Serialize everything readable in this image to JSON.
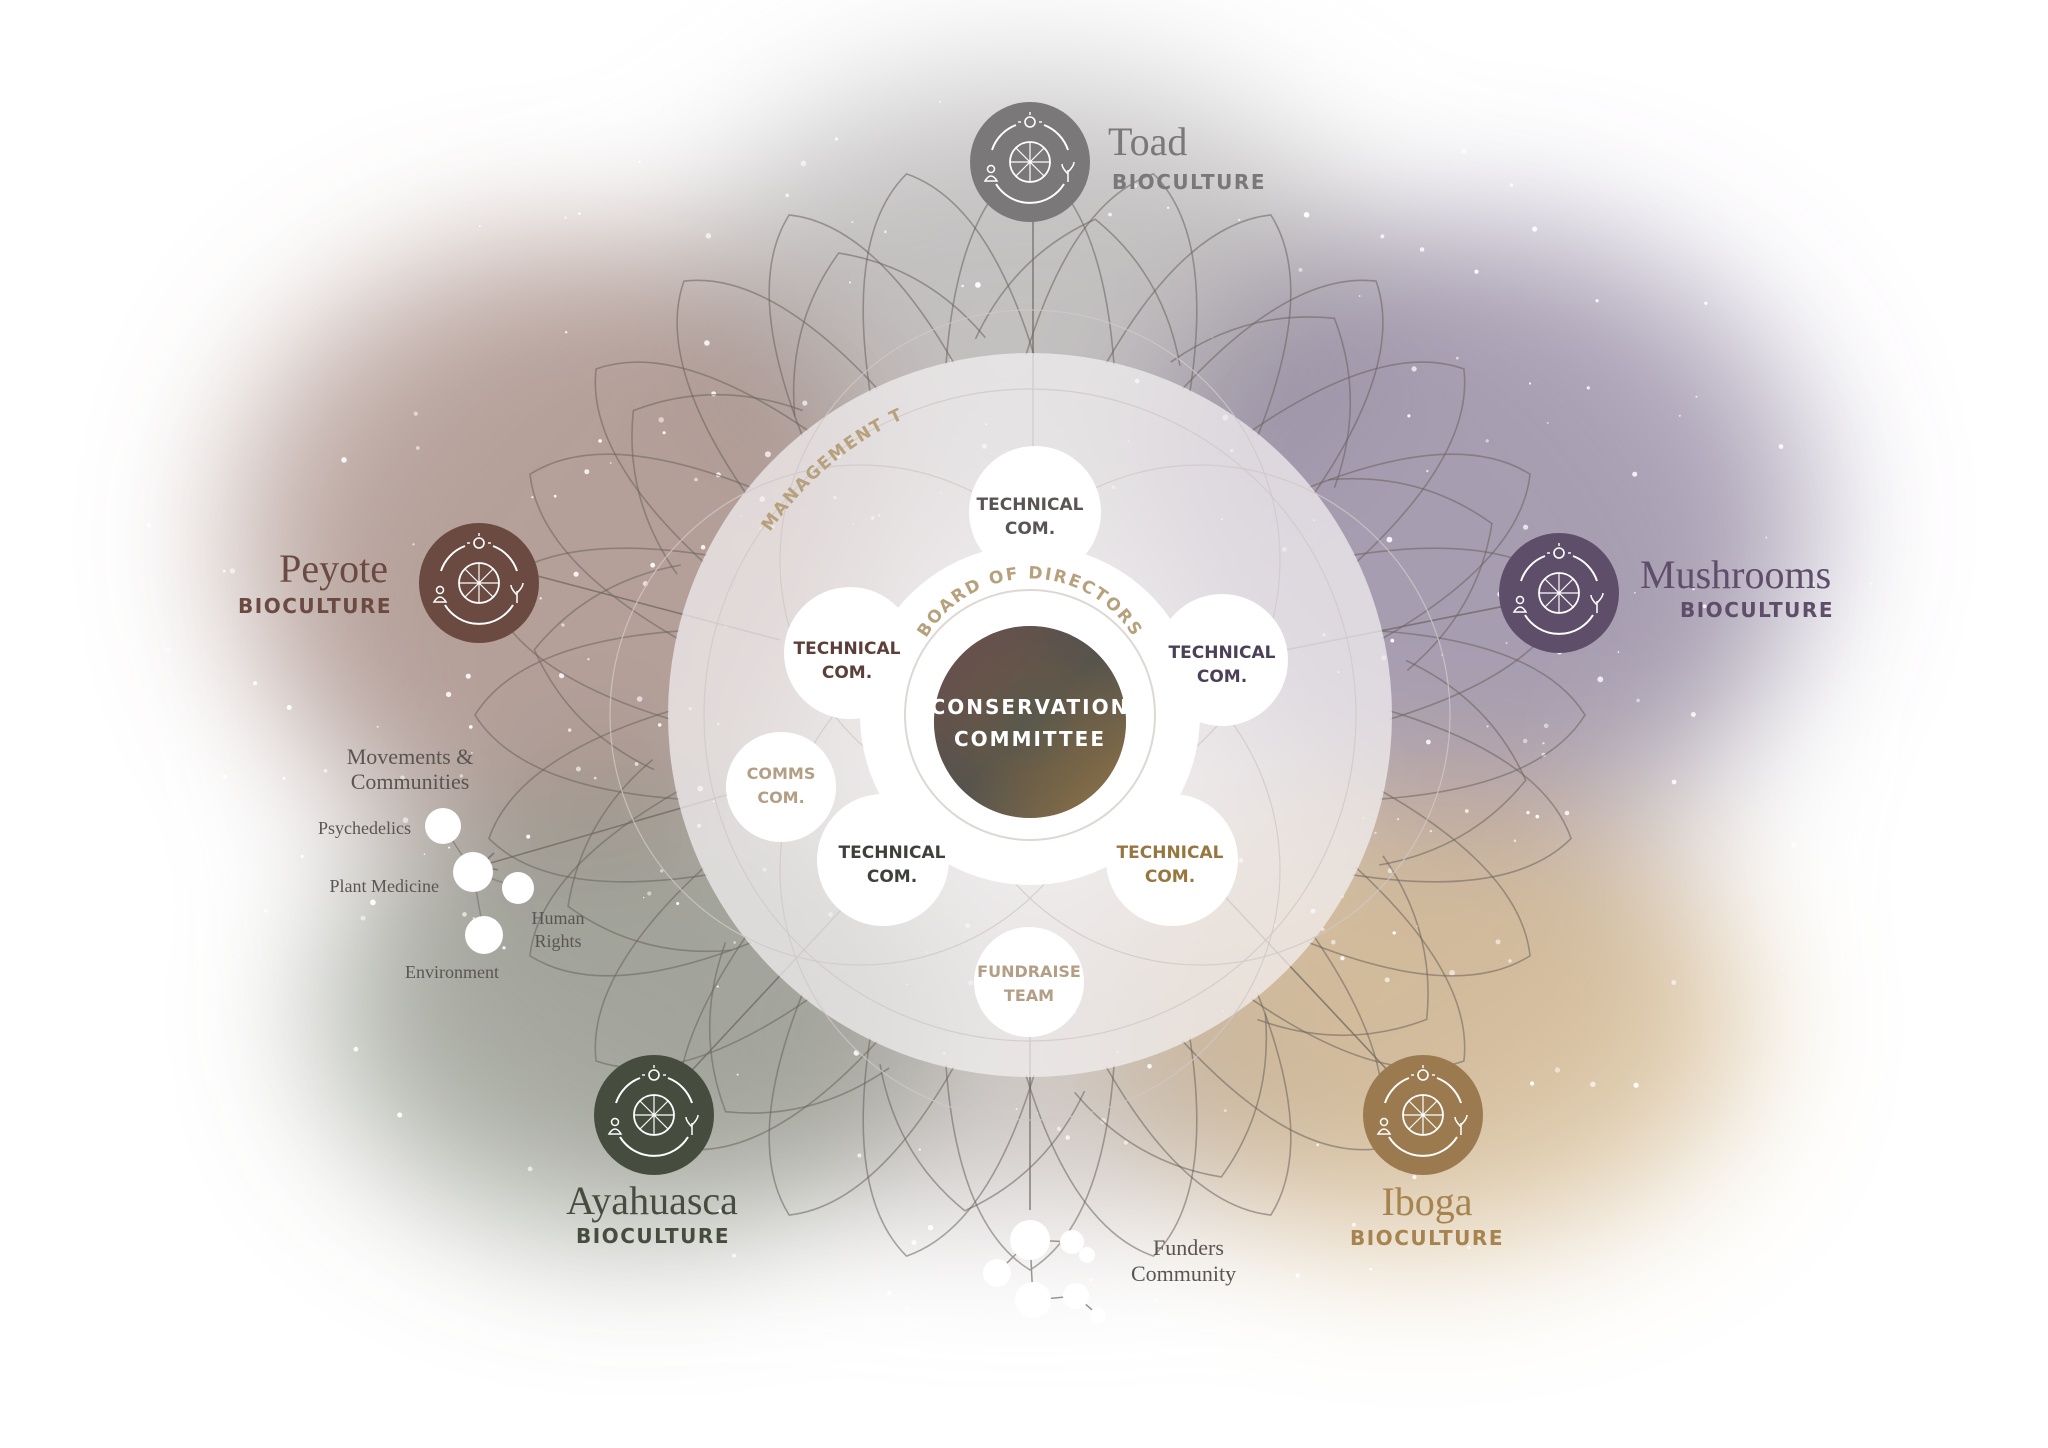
{
  "center": {
    "line1": "CONSERVATION",
    "line2": "COMMITTEE"
  },
  "ring_labels": {
    "board": "BOARD OF DIRECTORS",
    "management": "MANAGEMENT TEAM"
  },
  "committees": {
    "top": {
      "line1": "TECHNICAL",
      "line2": "COM."
    },
    "left": {
      "line1": "TECHNICAL",
      "line2": "COM."
    },
    "right": {
      "line1": "TECHNICAL",
      "line2": "COM."
    },
    "bottom_left": {
      "line1": "TECHNICAL",
      "line2": "COM."
    },
    "bottom_right": {
      "line1": "TECHNICAL",
      "line2": "COM."
    },
    "comms": {
      "line1": "COMMS",
      "line2": "COM."
    },
    "fundraise": {
      "line1": "FUNDRAISE",
      "line2": "TEAM"
    }
  },
  "biocultures": {
    "subtitle": "BIOCULTURE",
    "toad": {
      "name": "Toad",
      "color": "#7a7878"
    },
    "peyote": {
      "name": "Peyote",
      "color": "#6b4a42"
    },
    "mushrooms": {
      "name": "Mushrooms",
      "color": "#5e4e6a"
    },
    "ayahuasca": {
      "name": "Ayahuasca",
      "color": "#464d3f"
    },
    "iboga": {
      "name": "Iboga",
      "color": "#9b7a50"
    }
  },
  "movements": {
    "title_line1": "Movements &",
    "title_line2": "Communities",
    "psychedelics": "Psychedelics",
    "plant_medicine": "Plant Medicine",
    "human_rights_line1": "Human",
    "human_rights_line2": "Rights",
    "environment": "Environment"
  },
  "funders": {
    "line1": "Funders",
    "line2": "Community"
  }
}
